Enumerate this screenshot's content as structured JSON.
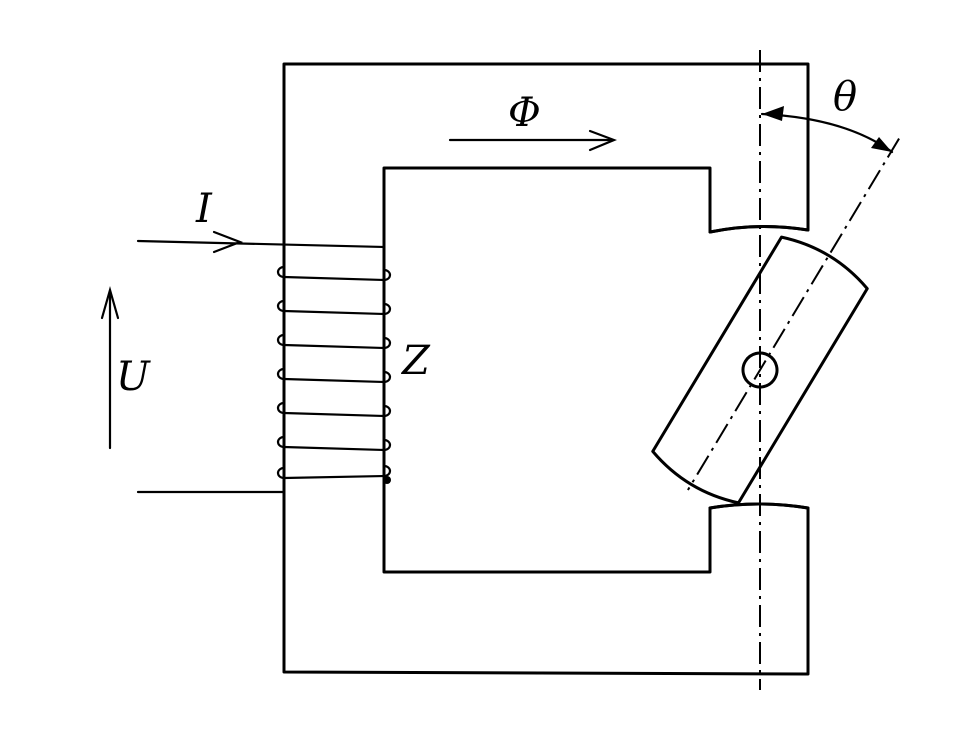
{
  "labels": {
    "flux": "Φ",
    "current": "I",
    "voltage": "U",
    "turns": "Z",
    "angle": "θ"
  }
}
